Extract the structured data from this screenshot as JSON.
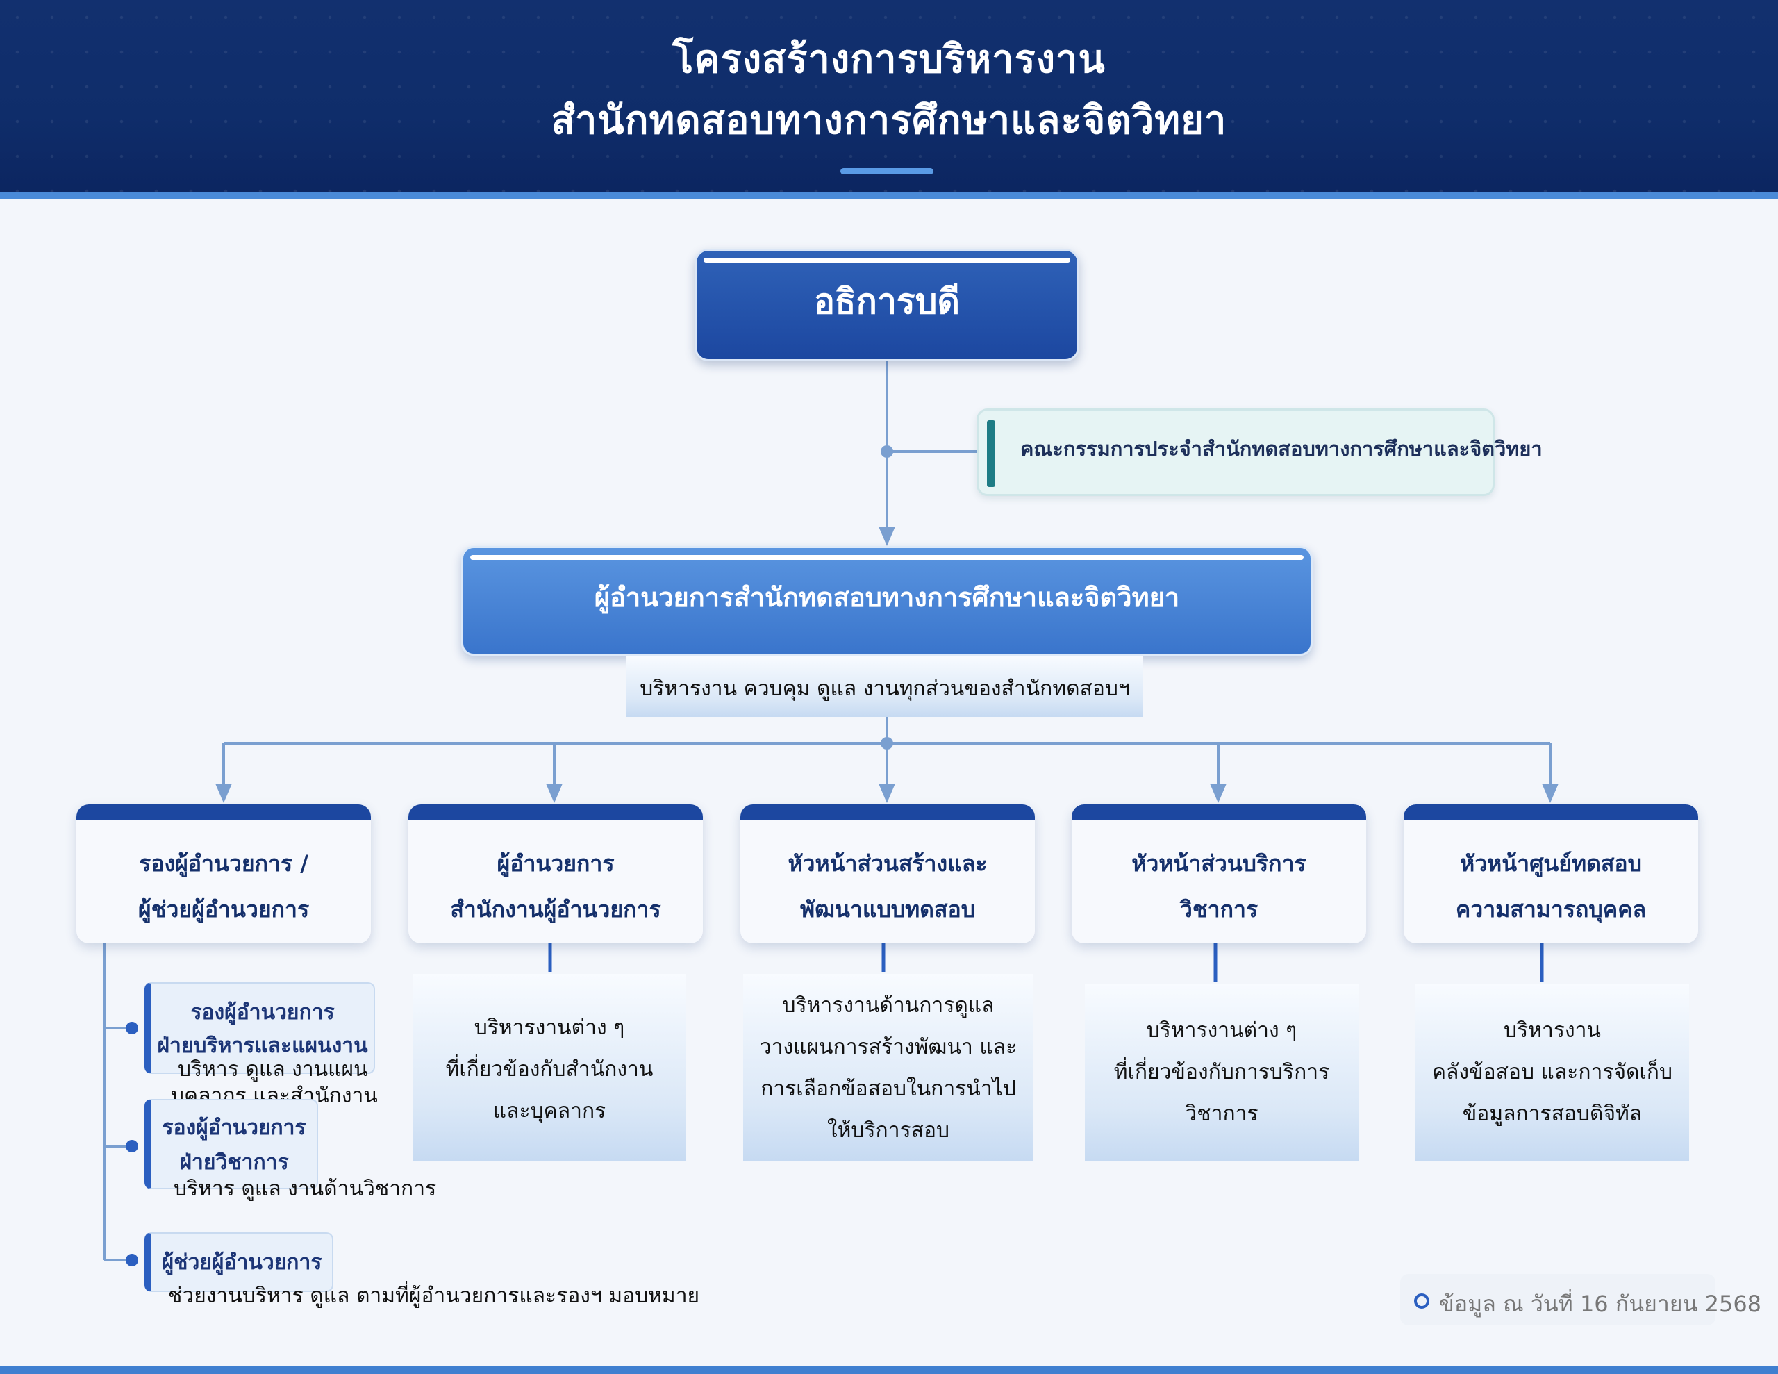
{
  "header": {
    "title_line1": "โครงสร้างการบริหารงาน",
    "title_line2": "สำนักทดสอบทางการศึกษาและจิตวิทยา"
  },
  "director_general": {
    "label": "อธิการบดี"
  },
  "committee": {
    "label": "คณะกรรมการประจำสำนักทดสอบทางการศึกษาและจิตวิทยา"
  },
  "director": {
    "label": "ผู้อำนวยการสำนักทดสอบทางการศึกษาและจิตวิทยา",
    "description": "บริหารงาน ควบคุม ดูแล งานทุกส่วนของสำนักทดสอบฯ"
  },
  "units": [
    {
      "title_line1": "รองผู้อำนวยการ /",
      "title_line2": "ผู้ช่วยผู้อำนวยการ"
    },
    {
      "title_line1": "ผู้อำนวยการ",
      "title_line2": "สำนักงานผู้อำนวยการ",
      "description": [
        "บริหารงานต่าง ๆ",
        "ที่เกี่ยวข้องกับสำนักงาน",
        "และบุคลากร"
      ]
    },
    {
      "title_line1": "หัวหน้าส่วนสร้างและ",
      "title_line2": "พัฒนาแบบทดสอบ",
      "description": [
        "บริหารงานด้านการดูแล",
        "วางแผนการสร้างพัฒนา และ",
        "การเลือกข้อสอบในการนำไป",
        "ให้บริการสอบ"
      ]
    },
    {
      "title_line1": "หัวหน้าส่วนบริการ",
      "title_line2": "วิชาการ",
      "description": [
        "บริหารงานต่าง ๆ",
        "ที่เกี่ยวข้องกับการบริการ",
        "วิชาการ"
      ]
    },
    {
      "title_line1": "หัวหน้าศูนย์ทดสอบ",
      "title_line2": "ความสามารถบุคคล",
      "description": [
        "บริหารงาน",
        "คลังข้อสอบ และการจัดเก็บ",
        "ข้อมูลการสอบดิจิทัล"
      ]
    }
  ],
  "deputies": [
    {
      "title_lines": [
        "รองผู้อำนวยการ",
        "ฝ่ายบริหารและแผนงาน"
      ],
      "description_lines": [
        "บริหาร ดูแล งานแผน",
        "บุคลากร และสำนักงาน"
      ]
    },
    {
      "title_lines": [
        "รองผู้อำนวยการ",
        "ฝ่ายวิชาการ"
      ],
      "description_lines": [
        "บริหาร ดูแล งานด้านวิชาการ"
      ]
    },
    {
      "title_lines": [
        "ผู้ช่วยผู้อำนวยการ"
      ],
      "description_lines": [
        "ช่วยงานบริหาร ดูแล ตามที่ผู้อำนวยการและรองฯ มอบหมาย"
      ]
    }
  ],
  "footer": {
    "note": "ข้อมูล ณ วันที่ 16 กันยายน 2568"
  },
  "colors": {
    "navy": "#12306f",
    "primary": "#1c47a0",
    "accent": "#4a8ad8",
    "connector": "#7a9fd0",
    "teal": "#1e7c85"
  }
}
